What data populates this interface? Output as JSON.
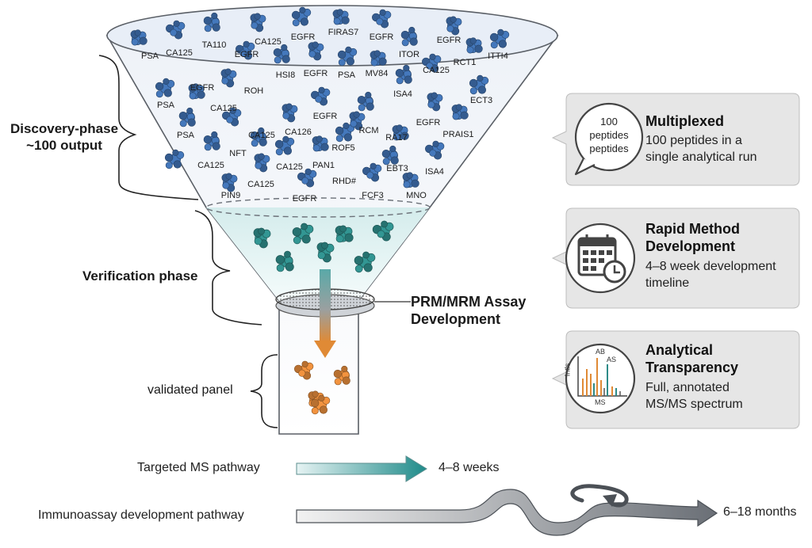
{
  "funnel": {
    "discovery_label": "Discovery-phase\n~100 output",
    "verification_label": "Verification phase",
    "assay_label": "PRM/MRM Assay\nDevelopment",
    "validated_label": "validated panel",
    "protein_labels": [
      {
        "text": "PSA"
      },
      {
        "text": "CA125"
      },
      {
        "text": "TA110"
      },
      {
        "text": "CA125"
      },
      {
        "text": "EGFR"
      },
      {
        "text": "FIRAS7"
      },
      {
        "text": "EGFR"
      },
      {
        "text": "EGFR"
      },
      {
        "text": "ITTI4"
      },
      {
        "text": "EGFR"
      },
      {
        "text": "HSI8"
      },
      {
        "text": "EGFR"
      },
      {
        "text": "PSA"
      },
      {
        "text": "MV84"
      },
      {
        "text": "ITOR"
      },
      {
        "text": "RCT1"
      },
      {
        "text": "CA125"
      },
      {
        "text": "EGFR"
      },
      {
        "text": "ROH"
      },
      {
        "text": "ISA4"
      },
      {
        "text": "PSA"
      },
      {
        "text": "CA125"
      },
      {
        "text": "ECT3"
      },
      {
        "text": "EGFR"
      },
      {
        "text": "RCM"
      },
      {
        "text": "PSA"
      },
      {
        "text": "CA125"
      },
      {
        "text": "CA126"
      },
      {
        "text": "EGFR"
      },
      {
        "text": "PRAIS1"
      },
      {
        "text": "NFT"
      },
      {
        "text": "ROF5"
      },
      {
        "text": "RA17"
      },
      {
        "text": "CA125"
      },
      {
        "text": "CA125"
      },
      {
        "text": "PAN1"
      },
      {
        "text": "EBT3"
      },
      {
        "text": "ISA4"
      },
      {
        "text": "CA125"
      },
      {
        "text": "RHD#"
      },
      {
        "text": "PIN9"
      },
      {
        "text": "EGFR"
      },
      {
        "text": "FCF3"
      },
      {
        "text": "MNO"
      }
    ]
  },
  "features": [
    {
      "title": "Multiplexed",
      "body": "100 peptides in a\nsingle analytical run",
      "icon": "bubble-icon",
      "icon_text": "100\npeptides\npeptides"
    },
    {
      "title": "Rapid Method\nDevelopment",
      "body": "4–8 week development\ntimeline",
      "icon": "calendar-clock-icon"
    },
    {
      "title": "Analytical\nTransparency",
      "body": "Full, annotated\nMS/MS spectrum",
      "icon": "spectrum-icon",
      "spectrum_labels": {
        "y_axis": "Intls",
        "x_axis": "MS",
        "peak_a": "AB",
        "peak_b": "AS"
      }
    }
  ],
  "pathways": [
    {
      "label": "Targeted MS pathway",
      "duration": "4–8 weeks"
    },
    {
      "label": "Immunoassay development pathway",
      "duration": "6–18 months"
    }
  ],
  "colors": {
    "blue_protein": "#3f6fae",
    "teal_protein": "#2e8b88",
    "orange_protein": "#e0883a",
    "card_bg": "#e6e6e6",
    "icon_stroke": "#444444"
  }
}
